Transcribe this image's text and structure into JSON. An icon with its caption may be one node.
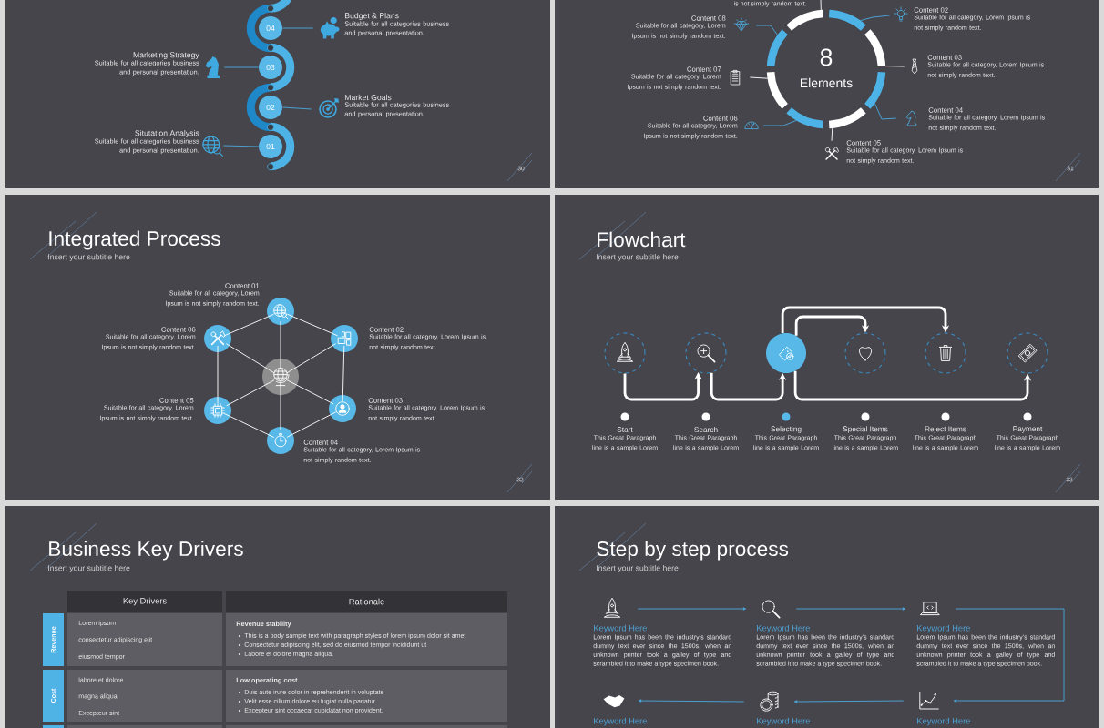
{
  "diagram": {
    "nodes": [
      {
        "text": [
          "04"
        ]
      },
      {
        "text": [],
        "shape": "picture",
        "beside": [
          "Budget & Plans",
          "Suitable for all categories business and personal presentation."
        ]
      },
      {
        "text": [
          "03"
        ]
      },
      {
        "text": [],
        "shape": "picture",
        "beside": [
          "Marketing Strategy",
          "Suitable for all categories business and personal presentation."
        ]
      },
      {
        "text": [
          "02"
        ]
      },
      {
        "text": [],
        "shape": "picture",
        "beside": [
          "Market Goals",
          "Suitable for all categories business and personal presentation."
        ]
      },
      {
        "text": [
          "01"
        ]
      },
      {
        "text": [],
        "shape": "picture",
        "beside": [
          "Situtation Analysis",
          "Suitable for all categories business and personal presentation."
        ]
      },
      {
        "text": [],
        "shape": "arc"
      },
      {
        "text": [],
        "shape": "arc"
      },
      {
        "text": [],
        "shape": "arc"
      },
      {
        "text": [],
        "shape": "arc"
      },
      {
        "text": [],
        "shape": "arc"
      },
      {
        "text": [],
        "shape": "arc"
      },
      {
        "text": [],
        "shape": "arc"
      },
      {
        "text": [],
        "shape": "arc"
      },
      {
        "text": [],
        "shape": "picture",
        "beside": [
          "Content 02",
          "Suitable for all category, Lorem Ipsum is not simply random text."
        ]
      },
      {
        "text": [],
        "shape": "picture",
        "beside": [
          "Content 03",
          "Suitable for all category, Lorem Ipsum is not simply random text."
        ]
      },
      {
        "text": [],
        "shape": "picture",
        "beside": [
          "Content 04",
          "Suitable for all category, Lorem Ipsum is not simply random text."
        ]
      },
      {
        "text": [],
        "shape": "picture",
        "beside": [
          "Content 05",
          "Suitable for all category, Lorem Ipsum is not simply random text."
        ]
      },
      {
        "text": [],
        "shape": "picture",
        "beside": [
          "Content 06",
          "Suitable for all category, Lorem Ipsum is not simply random text."
        ]
      },
      {
        "text": [],
        "shape": "picture",
        "beside": [
          "Content 07",
          "Suitable for all category, Lorem Ipsum is not simply random text."
        ]
      },
      {
        "text": [],
        "shape": "picture",
        "beside": [
          "Content 08",
          "Suitable for all category, Lorem Ipsum is not simply random text."
        ]
      },
      {
        "text": [],
        "shape": "circle"
      },
      {
        "text": [],
        "shape": "circle",
        "beside": [
          "Content 01",
          "Suitable for all category, Lorem Ipsum is not simply random text."
        ]
      },
      {
        "text": [],
        "shape": "circle",
        "beside": [
          "Content 02",
          "Suitable for all category, Lorem Ipsum is not simply random text."
        ]
      },
      {
        "text": [],
        "shape": "circle",
        "beside": [
          "Content 03",
          "Suitable for all category, Lorem Ipsum is not simply random text."
        ]
      },
      {
        "text": [],
        "shape": "circle",
        "beside": [
          "Content 04",
          "Suitable for all category, Lorem Ipsum is not simply random text."
        ]
      },
      {
        "text": [],
        "shape": "circle",
        "beside": [
          "Content 05",
          "Suitable for all category, Lorem Ipsum is not simply random text."
        ]
      },
      {
        "text": [],
        "shape": "circle",
        "beside": [
          "Content 06",
          "Suitable for all category, Lorem Ipsum is not simply random text."
        ]
      },
      {
        "text": [],
        "shape": "circle",
        "beside": [
          "Start",
          "This Great Paragraph line is a sample Lorem"
        ]
      },
      {
        "text": [],
        "shape": "circle",
        "beside": [
          "Search",
          "This Great Paragraph line is a sample Lorem"
        ]
      },
      {
        "text": [],
        "shape": "circle",
        "beside": [
          "Selecting",
          "This Great Paragraph line is a sample Lorem"
        ]
      },
      {
        "text": [],
        "shape": "circle",
        "beside": [
          "Special Items",
          "This Great Paragraph line is a sample Lorem"
        ]
      },
      {
        "text": [],
        "shape": "circle",
        "beside": [
          "Reject Items",
          "This Great Paragraph line is a sample Lorem"
        ]
      },
      {
        "text": [],
        "shape": "circle",
        "beside": [
          "Payment",
          "This Great Paragraph line is a sample Lorem"
        ]
      },
      {
        "text": [],
        "shape": "picture",
        "beside": [
          "Keyword Here",
          "Lorem Ipsum has been the industry’s standard dummy text ever since the 1500s, when an unknown printer took a galley of type and scrambled it to make a type specimen book."
        ]
      },
      {
        "text": [],
        "shape": "picture",
        "beside": [
          "Keyword Here",
          "Lorem Ipsum has been the industry’s standard dummy text ever since the 1500s, when an unknown printer took a galley of type and scrambled it to make a type specimen book."
        ]
      },
      {
        "text": [],
        "shape": "picture",
        "beside": [
          "Keyword Here",
          "Lorem Ipsum has been the industry’s standard dummy text ever since the 1500s, when an unknown printer took a galley of type and scrambled it to make a type specimen book."
        ]
      },
      {
        "text": [],
        "shape": "picture",
        "beside": [
          "Keyword Here"
        ]
      },
      {
        "text": [],
        "shape": "picture",
        "beside": [
          "Keyword Here"
        ]
      },
      {
        "text": [],
        "shape": "picture",
        "beside": [
          "Keyword Here"
        ]
      }
    ],
    "edges": [
      {
        "from": 0,
        "to": 1,
        "arrow": "none",
        "color": "#4ba9dc"
      },
      {
        "from": 2,
        "to": 3,
        "arrow": "none",
        "color": "#4ba9dc"
      },
      {
        "from": 4,
        "to": 5,
        "arrow": "none",
        "color": "#4ba9dc"
      },
      {
        "from": 6,
        "to": 7,
        "arrow": "none",
        "color": "#4ba9dc"
      },
      {
        "from": 8,
        "to": 16,
        "arrow": "none",
        "color": "#4ba9dc"
      },
      {
        "from": 9,
        "to": 17,
        "arrow": "none"
      },
      {
        "from": 10,
        "to": 18,
        "arrow": "none",
        "color": "#4ba9dc"
      },
      {
        "from": 11,
        "to": 19,
        "arrow": "none"
      },
      {
        "from": 12,
        "to": 20,
        "arrow": "none",
        "color": "#4ba9dc"
      },
      {
        "from": 13,
        "to": 21,
        "arrow": "none"
      },
      {
        "from": 14,
        "to": 22,
        "arrow": "none",
        "color": "#4ba9dc"
      },
      {
        "from": 15,
        "to": null,
        "arrow": "none"
      },
      {
        "from": 24,
        "to": 25,
        "arrow": "none"
      },
      {
        "from": 25,
        "to": 26,
        "arrow": "none"
      },
      {
        "from": 26,
        "to": 27,
        "arrow": "none"
      },
      {
        "from": 27,
        "to": 28,
        "arrow": "none"
      },
      {
        "from": 28,
        "to": 29,
        "arrow": "none"
      },
      {
        "from": 29,
        "to": 24,
        "arrow": "none"
      },
      {
        "from": 23,
        "to": 24,
        "arrow": "none"
      },
      {
        "from": 23,
        "to": 25,
        "arrow": "none"
      },
      {
        "from": 23,
        "to": 26,
        "arrow": "none"
      },
      {
        "from": 23,
        "to": 27,
        "arrow": "none"
      },
      {
        "from": 23,
        "to": 28,
        "arrow": "none"
      },
      {
        "from": 23,
        "to": 29,
        "arrow": "none"
      },
      {
        "from": 30,
        "to": 31,
        "arrow": "to",
        "style": "thick"
      },
      {
        "from": 31,
        "to": 32,
        "arrow": "to",
        "style": "thick"
      },
      {
        "from": 32,
        "to": 33,
        "arrow": "to",
        "style": "thick"
      },
      {
        "from": 32,
        "to": 34,
        "arrow": "to",
        "style": "thick"
      },
      {
        "from": 32,
        "to": 35,
        "arrow": "to",
        "style": "thick"
      },
      {
        "from": 36,
        "to": 37,
        "arrow": "to",
        "color": "#4ba9dc"
      },
      {
        "from": 37,
        "to": 38,
        "arrow": "to",
        "color": "#4ba9dc"
      },
      {
        "from": 38,
        "to": 41,
        "arrow": "to",
        "color": "#4ba9dc"
      },
      {
        "from": 41,
        "to": 40,
        "arrow": "to",
        "color": "#4ba9dc"
      },
      {
        "from": 40,
        "to": 39,
        "arrow": "to",
        "color": "#4ba9dc"
      }
    ],
    "labels": [
      "30",
      "is not simply random text.",
      "8",
      "Elements",
      "31",
      "Integrated Process",
      "Insert your subtitle here",
      "32",
      "Flowchart",
      "Insert your subtitle here",
      "33",
      "Business Key Drivers",
      "Insert your subtitle here",
      "Key Drivers",
      "Rationale",
      "Revenue",
      "Lorem ipsum",
      "consectetur adipiscing elit",
      "eiusmod tempor",
      "Revenue stability",
      "This is a body sample text with paragraph styles of lorem ipsum dolor sit amet",
      "Consectetur adipiscing elit, sed do eiusmod tempor incididunt ut",
      "Labore et dolore magna aliqua.",
      "Cost",
      "labore et dolore",
      "magna aliqua",
      "Excepteur sint",
      "Low operating cost",
      "Duis aute irure dolor in reprehenderit in voluptate",
      "Velit esse cillum dolore eu fugiat nulla pariatur",
      "Excepteur sint occaecat cupidatat non provident.",
      "Step by step process",
      "Insert your subtitle here"
    ]
  }
}
